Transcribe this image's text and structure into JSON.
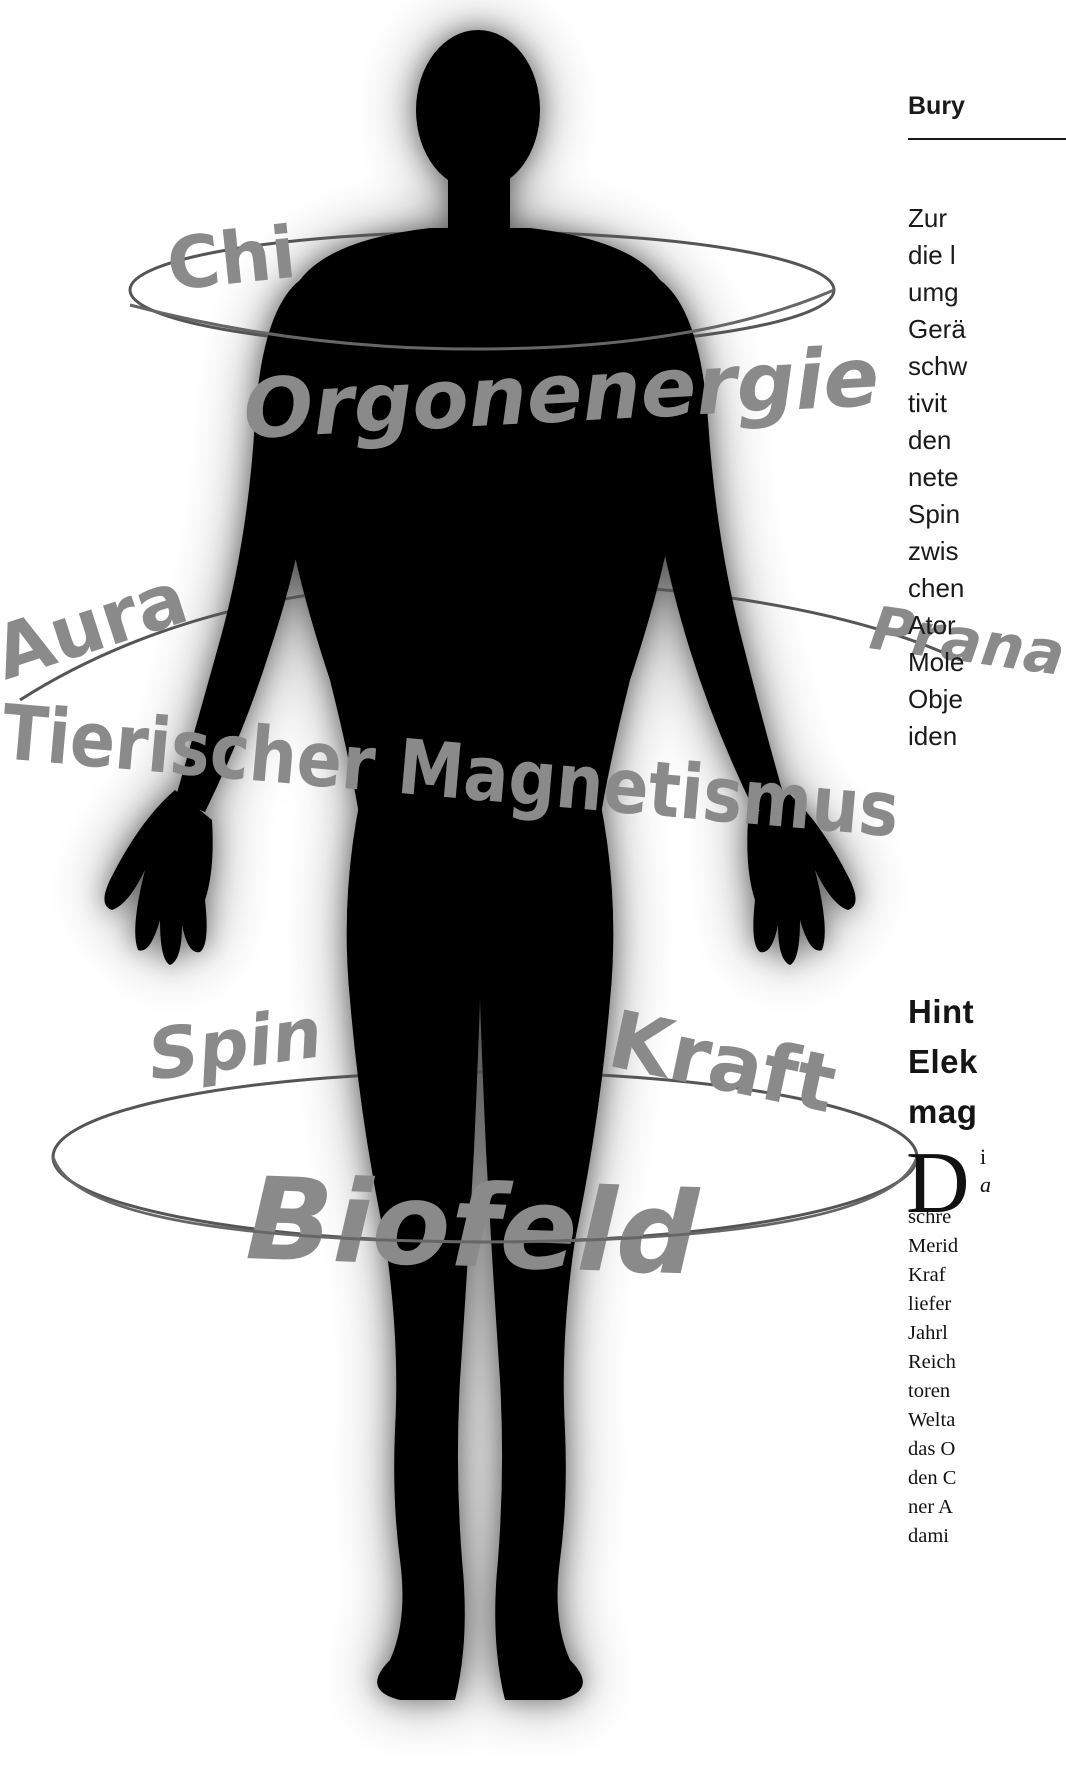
{
  "figure": {
    "energy_terms": {
      "chi": "Chi",
      "orgonenergie": "Orgonenergie",
      "aura": "Aura",
      "prana": "Prana",
      "tierischer_magnetismus": "Tierischer Magnetismus",
      "spin": "Spin",
      "kraft": "Kraft",
      "biofeld": "Biofeld"
    },
    "colors": {
      "silhouette": "#000000",
      "text": "#8a8a8a",
      "ring": "#555555",
      "background": "#ffffff"
    }
  },
  "article": {
    "kicker": "Bury",
    "intro_lines": [
      "Zur",
      "die l",
      "umg",
      "Gerä",
      "schw",
      "tivit",
      "den",
      "nete",
      "Spin",
      "zwis",
      "chen",
      "Ator",
      "Mole",
      "Obje",
      "iden"
    ],
    "heading_lines": [
      "Hint",
      "Elek",
      "mag"
    ],
    "dropcap": "D",
    "dropcap_rest": [
      "i",
      "a"
    ],
    "body_lines": [
      "schre",
      "Merid",
      "Kraf",
      "liefer",
      "Jahrl",
      "Reich",
      "toren",
      "Welta",
      "das O",
      "den C",
      "ner A",
      "dami"
    ]
  }
}
